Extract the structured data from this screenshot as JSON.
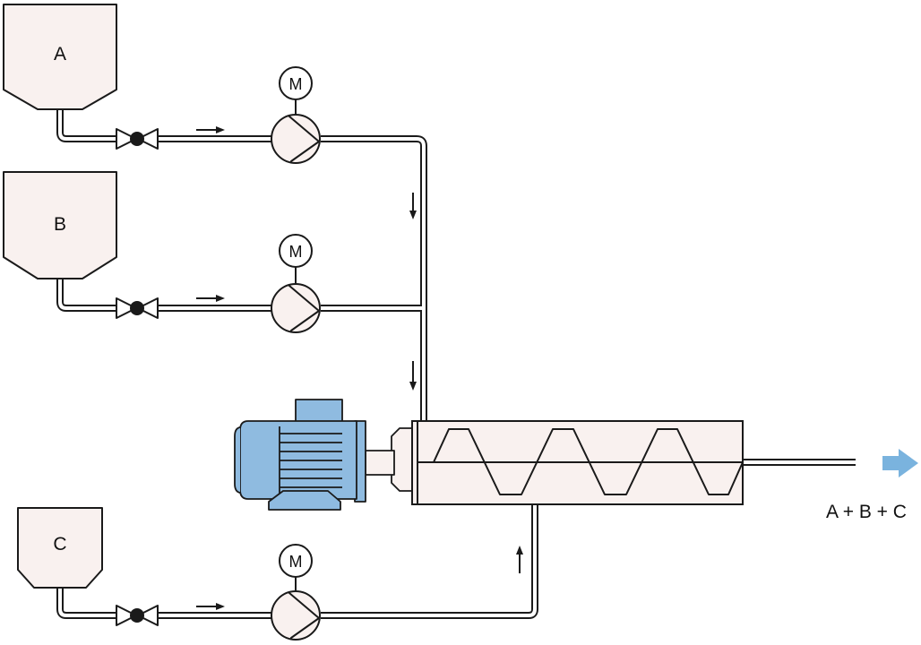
{
  "tanks": [
    {
      "label": "A"
    },
    {
      "label": "B"
    },
    {
      "label": "C"
    }
  ],
  "pump_motor_label": "M",
  "output_label": "A + B + C",
  "colors": {
    "tank_fill": "#f9f1ef",
    "motor_fill": "#8fbbe0",
    "output_arrow": "#7ab3de",
    "line": "#1a1a1a"
  }
}
